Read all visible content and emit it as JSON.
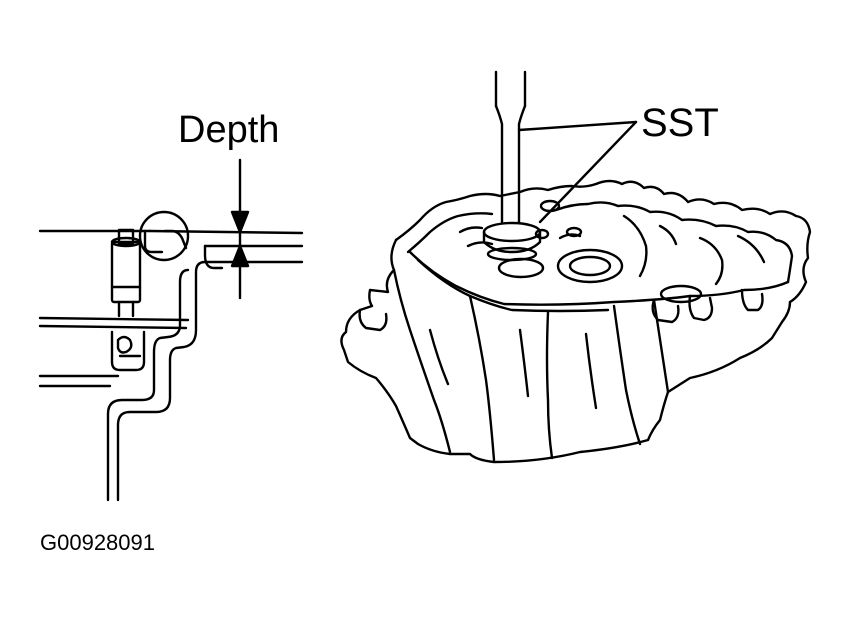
{
  "labels": {
    "depth": "Depth",
    "sst": "SST",
    "figure_id": "G00928091"
  }
}
